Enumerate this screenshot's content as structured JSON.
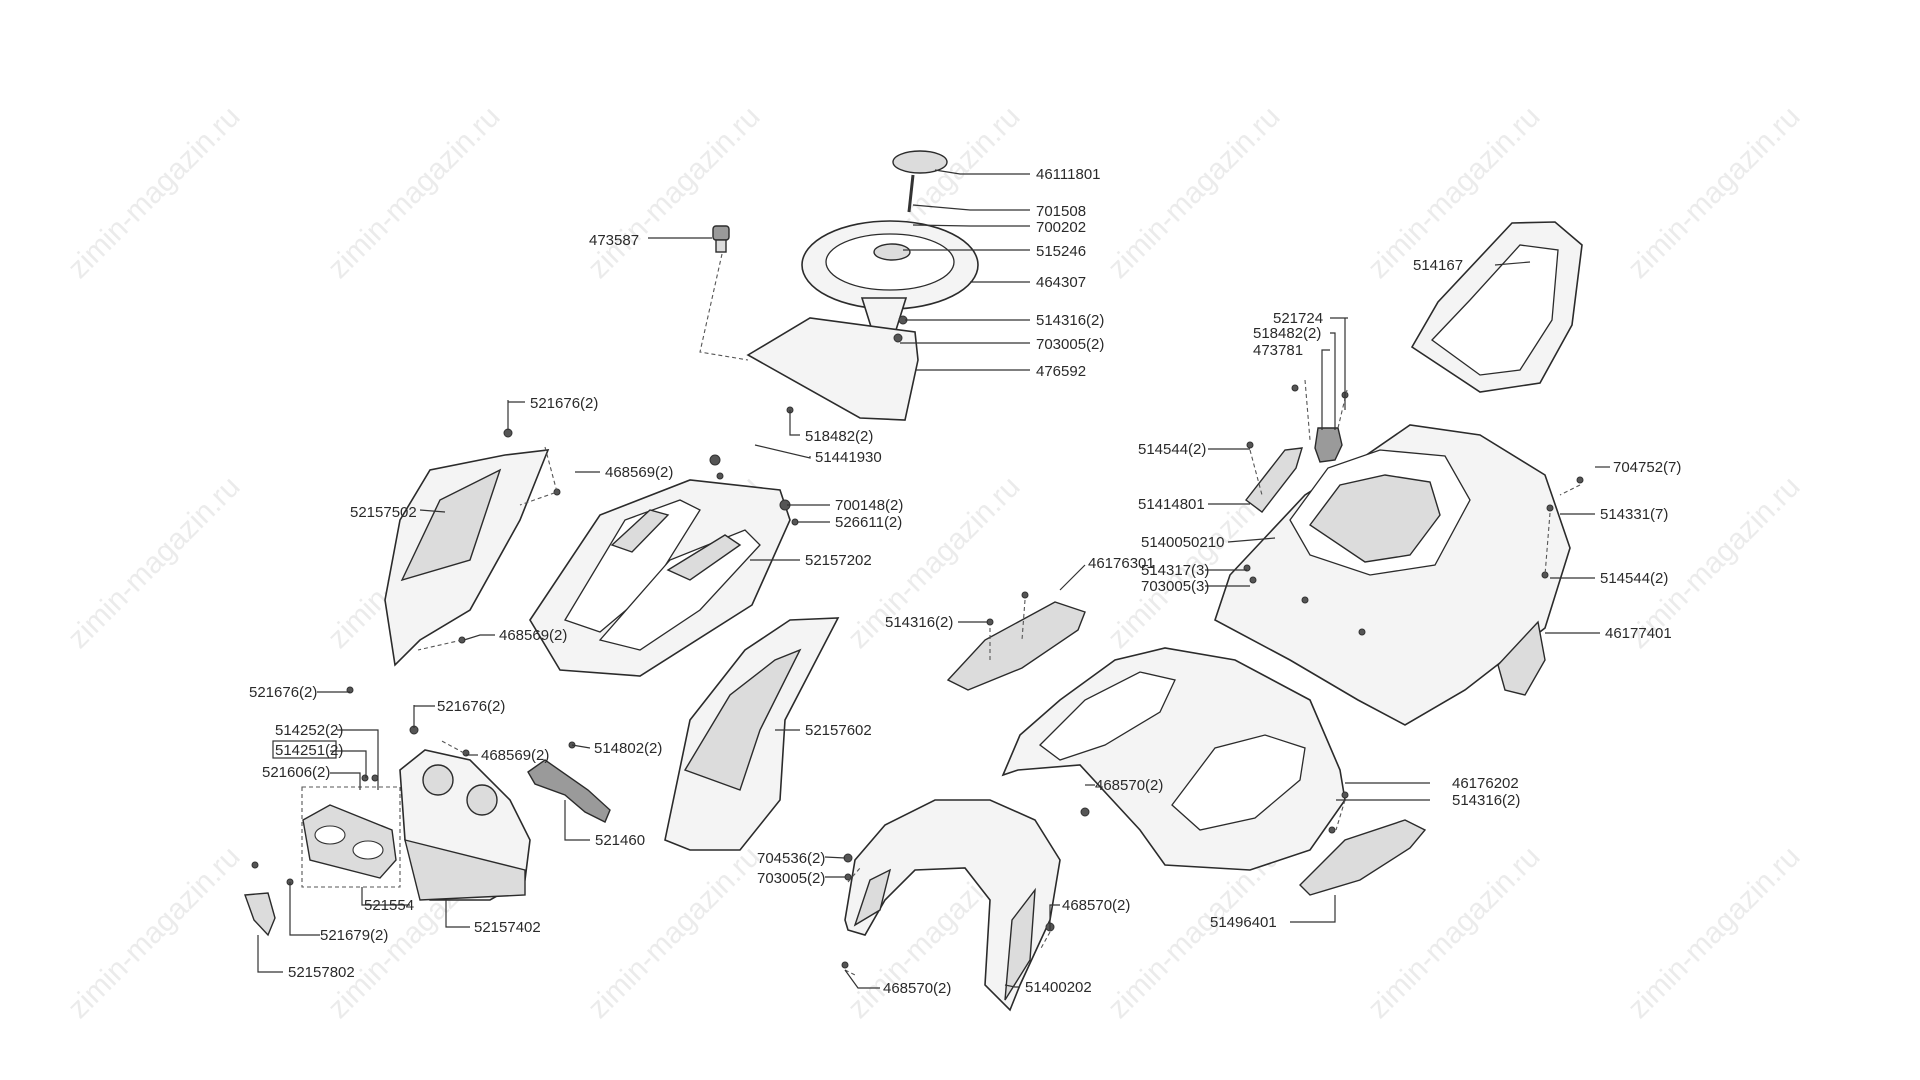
{
  "watermark": "zimin-magazin.ru",
  "labels": {
    "p46111801": "46111801",
    "p701508": "701508",
    "p700202": "700202",
    "p473587": "473587",
    "p515246": "515246",
    "p464307": "464307",
    "p514316_2a": "514316(2)",
    "p703005_2a": "703005(2)",
    "p476592": "476592",
    "p521676_2a": "521676(2)",
    "p518482_2a": "518482(2)",
    "p468569_2a": "468569(2)",
    "p51441930": "51441930",
    "p52157502": "52157502",
    "p700148_2": "700148(2)",
    "p526611_2": "526611(2)",
    "p52157202": "52157202",
    "p468569_2b": "468569(2)",
    "p521676_2b": "521676(2)",
    "p521676_2c": "521676(2)",
    "p514252_2": "514252(2)",
    "p514251_2": "514251(2)",
    "p521606_2": "521606(2)",
    "p468569_2c": "468569(2)",
    "p514802_2": "514802(2)",
    "p52157602": "52157602",
    "p521460": "521460",
    "p521554": "521554",
    "p52157402": "52157402",
    "p521679_2": "521679(2)",
    "p52157802": "52157802",
    "p514167": "514167",
    "p521724": "521724",
    "p518482_2b": "518482(2)",
    "p473781": "473781",
    "p514544_2a": "514544(2)",
    "p704752_7": "704752(7)",
    "p51414801": "51414801",
    "p514331_7": "514331(7)",
    "p5140050210": "5140050210",
    "p46176301": "46176301",
    "p514317_3": "514317(3)",
    "p703005_3": "703005(3)",
    "p514544_2b": "514544(2)",
    "p514316_2b": "514316(2)",
    "p46177401": "46177401",
    "p468570_2a": "468570(2)",
    "p46176202": "46176202",
    "p514316_2c": "514316(2)",
    "p704536_2": "704536(2)",
    "p703005_2b": "703005(2)",
    "p468570_2b": "468570(2)",
    "p51496401": "51496401",
    "p468570_2c": "468570(2)",
    "p51400202": "51400202"
  }
}
